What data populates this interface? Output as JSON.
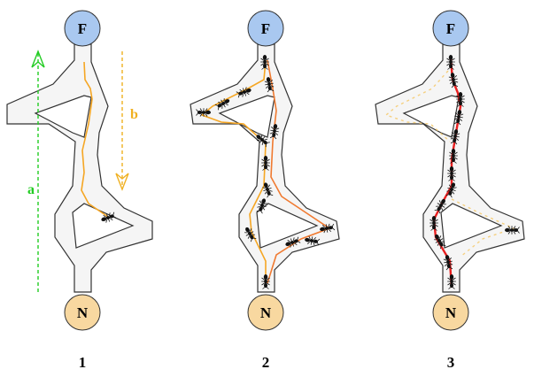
{
  "panels": [
    {
      "label": "1",
      "trail": "single-path-orange"
    },
    {
      "label": "2",
      "trail": "both-branches-orange"
    },
    {
      "label": "3",
      "trail": "shortest-path-red"
    }
  ],
  "nodes": {
    "food": "F",
    "nest": "N"
  },
  "arrows": {
    "a": {
      "label": "a",
      "direction": "up",
      "color": "#22cc22"
    },
    "b": {
      "label": "b",
      "direction": "down",
      "color": "#f0b020"
    }
  },
  "colors": {
    "food_fill": "#a9c8f0",
    "nest_fill": "#f8d8a0",
    "corridor_fill": "#f5f5f5",
    "corridor_stroke": "#333333",
    "trail_weak": "#f5a623",
    "trail_mid": "#f07a30",
    "trail_strong": "#e82020",
    "dotted_trail": "#f5d080"
  },
  "icons": [
    "ant-icon"
  ]
}
